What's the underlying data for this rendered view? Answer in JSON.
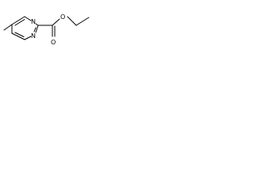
{
  "molecule": {
    "atoms": {
      "n_top": "N",
      "n_bottom": "N",
      "o_ester": "O",
      "o_carbonyl": "O"
    },
    "colors": {
      "bond": "#000000",
      "background": "#ffffff"
    }
  }
}
